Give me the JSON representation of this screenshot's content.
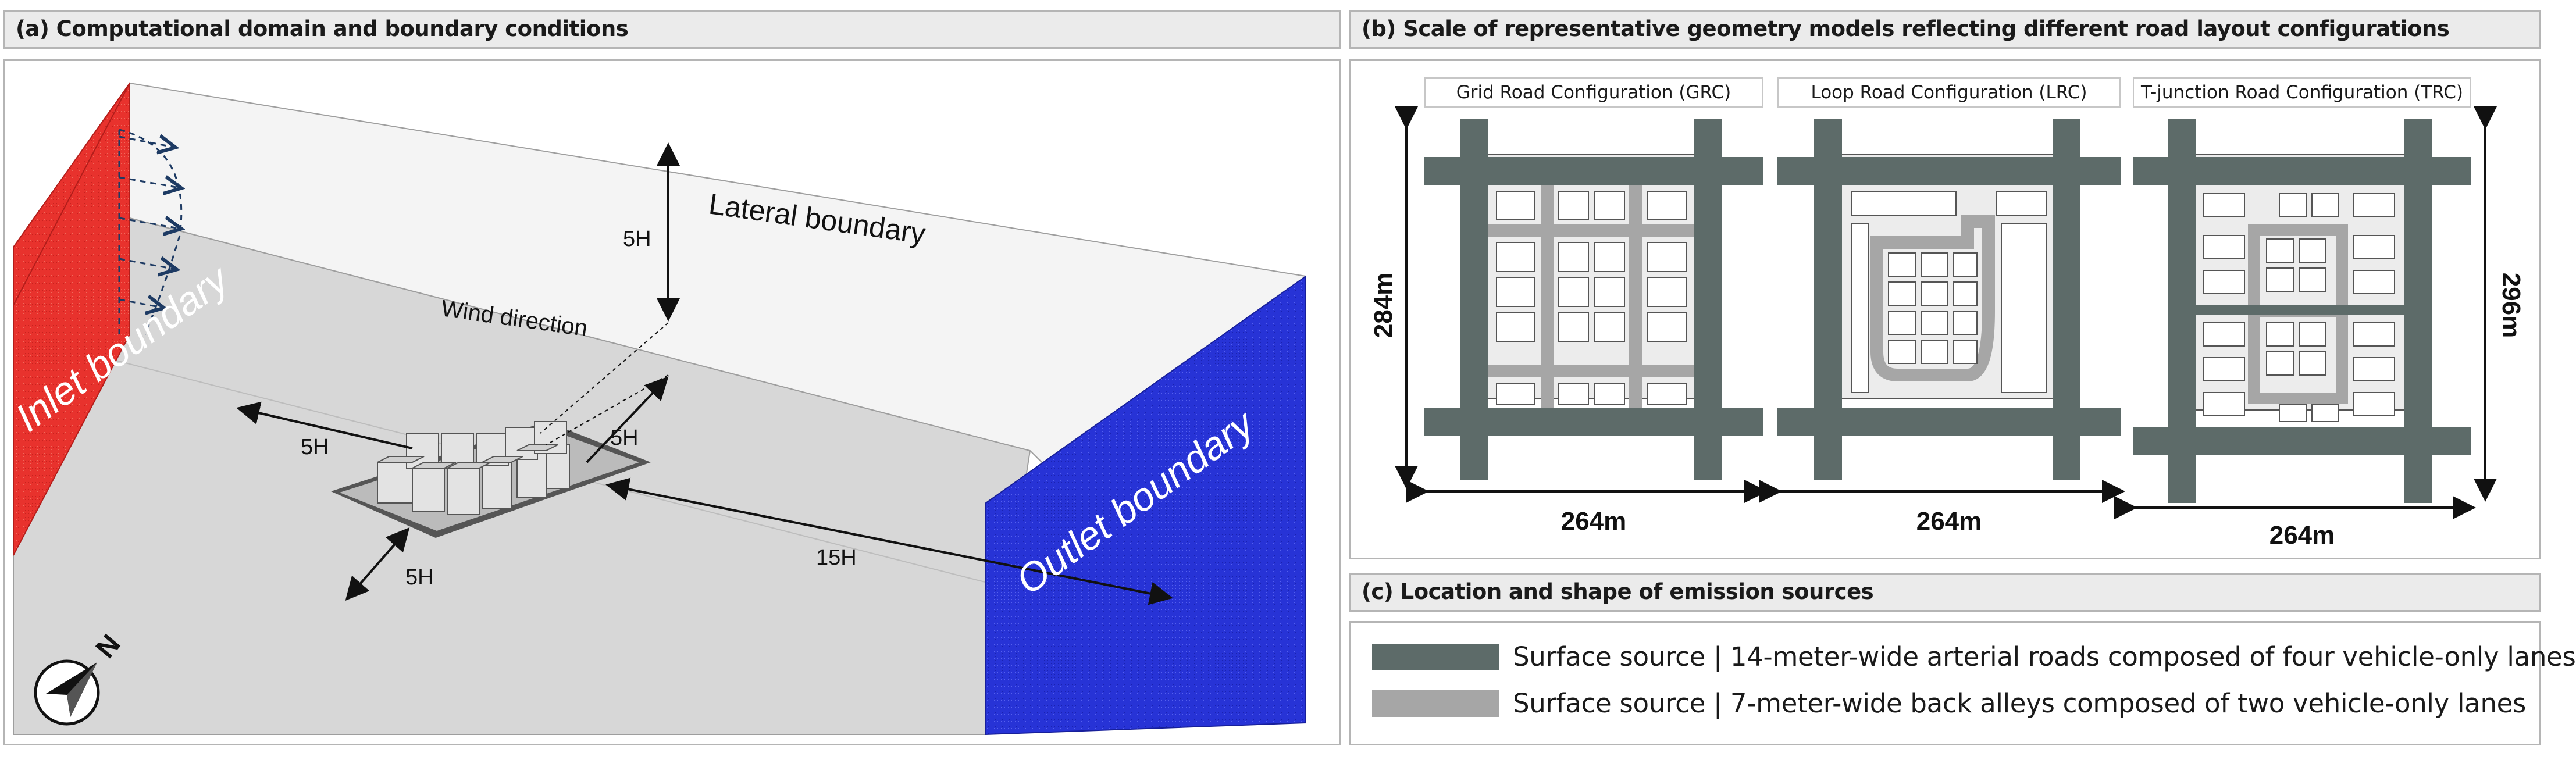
{
  "panel_a": {
    "header": "(a) Computational domain and boundary conditions",
    "inlet_label": "Inlet boundary",
    "outlet_label": "Outlet boundary",
    "lateral_label": "Lateral boundary",
    "wind_label": "Wind direction",
    "dim_5h_top": "5H",
    "dim_5h_left": "5H",
    "dim_5h_right": "5H",
    "dim_5h_bottom": "5H",
    "dim_15h": "15H",
    "compass_label": "N",
    "colors": {
      "inlet": "#e8322d",
      "outlet": "#2733d6"
    }
  },
  "panel_b": {
    "header": "(b) Scale of representative geometry models reflecting different road layout configurations",
    "configs": [
      {
        "label": "Grid Road Configuration (GRC)",
        "width_label": "264m"
      },
      {
        "label": "Loop Road Configuration (LRC)",
        "width_label": "264m"
      },
      {
        "label": "T-junction Road Configuration (TRC)",
        "width_label": "264m"
      }
    ],
    "height_left": "284m",
    "height_right": "296m"
  },
  "panel_c": {
    "header": "(c) Location and shape of emission sources",
    "legend": [
      {
        "text": "Surface source | 14-meter-wide arterial roads composed of four vehicle-only lanes",
        "color": "#5d6b69"
      },
      {
        "text": "Surface source | 7-meter-wide back alleys composed of two vehicle-only lanes",
        "color": "#a6a6a6"
      }
    ]
  }
}
